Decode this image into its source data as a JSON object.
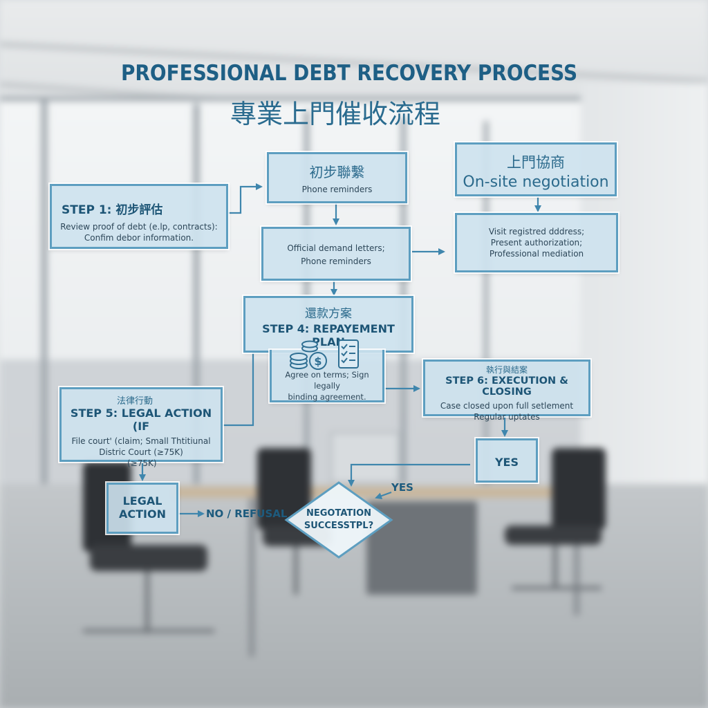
{
  "title": {
    "en": "PROFESSIONAL DEBT RECOVERY PROCESS",
    "zh": "專業上門催收流程"
  },
  "nodes": {
    "step1": {
      "heading": "STEP 1: 初步評估",
      "line1": "Review proof of debt (e.lp, contracts):",
      "line2": "Confim debor information."
    },
    "contact": {
      "zh": "初步聯繫",
      "line1": "Phone reminders"
    },
    "demand": {
      "line1": "Official demand letters;",
      "line2": "Phone reminders"
    },
    "onsite_header": {
      "zh": "上門協商",
      "en": "On-site negotiation"
    },
    "onsite_body": {
      "line1": "Visit registred dddress;",
      "line2": "Present authorization;",
      "line3": "Professional mediation"
    },
    "step4": {
      "zh": "還款方案",
      "heading": "STEP 4: REPAYEMENT PLAN",
      "line1": "Agree on terms; Sign legally",
      "line2": "binding agreement."
    },
    "step5": {
      "zh": "法律行動",
      "heading": "STEP 5: LEGAL ACTION (IF",
      "line1": "File court' (claim; Small Thtitiunal",
      "line2": "Distric Court (≥75K)",
      "line3": "(≥75K)"
    },
    "step6": {
      "zh": "執行與結案",
      "heading": "STEP 6: EXECUTION & CLOSING",
      "line1": "Case closed upon full setlement",
      "line2": "Regular uptates"
    },
    "yes_box": {
      "label": "YES"
    },
    "legal_action": {
      "line1": "LEGAL",
      "line2": "ACTION"
    },
    "decision": {
      "line1": "NEGOTATION",
      "line2": "SUCCESSTPL?"
    }
  },
  "edge_labels": {
    "no_refusal": "NO / REFUSAL",
    "yes": "YES"
  },
  "colors": {
    "accent": "#5d9ec0",
    "title": "#1e5f85",
    "box_fill": "#cde2ee",
    "arrow": "#3f86ad"
  },
  "icons": [
    "coins-dollar-icon",
    "checklist-icon"
  ]
}
